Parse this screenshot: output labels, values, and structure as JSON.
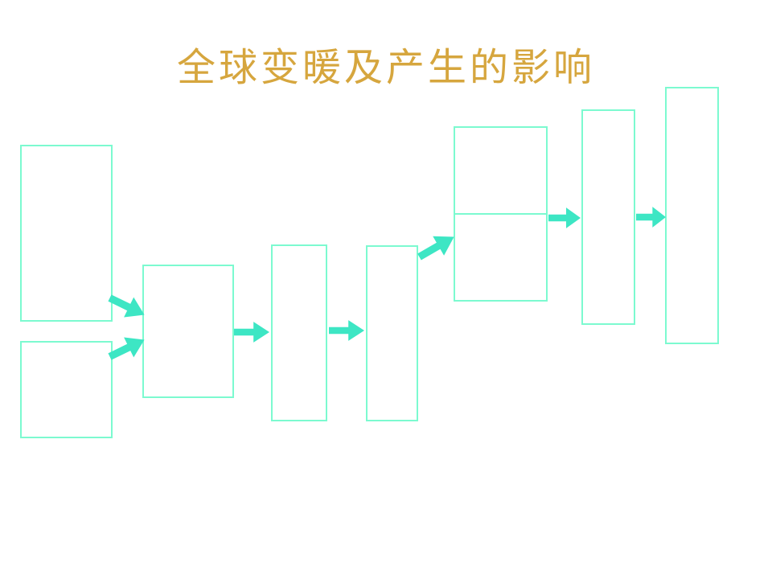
{
  "slide": {
    "title": "全球变暖及产生的影响"
  },
  "colors": {
    "background": "#FFFFFF",
    "title": "#D6A63E",
    "box_border": "#7CFAD0",
    "arrow": "#3DE6C4"
  },
  "diagram": {
    "boxes": [
      {
        "id": "box-1",
        "text": ""
      },
      {
        "id": "box-2",
        "text": ""
      },
      {
        "id": "box-3",
        "text": ""
      },
      {
        "id": "box-4",
        "text": ""
      },
      {
        "id": "box-5",
        "text": ""
      },
      {
        "id": "box-6-top",
        "text": ""
      },
      {
        "id": "box-6-bottom",
        "text": ""
      },
      {
        "id": "box-7",
        "text": ""
      },
      {
        "id": "box-8",
        "text": ""
      }
    ],
    "arrows": [
      {
        "from": "box-1",
        "to": "box-3",
        "direction": "down-right"
      },
      {
        "from": "box-2",
        "to": "box-3",
        "direction": "up-right"
      },
      {
        "from": "box-3",
        "to": "box-4",
        "direction": "right"
      },
      {
        "from": "box-4",
        "to": "box-5",
        "direction": "right"
      },
      {
        "from": "box-5",
        "to": "box-6-bottom",
        "direction": "up-right"
      },
      {
        "from": "box-6-bottom",
        "to": "box-7",
        "direction": "right"
      },
      {
        "from": "box-7",
        "to": "box-8",
        "direction": "right"
      }
    ]
  }
}
